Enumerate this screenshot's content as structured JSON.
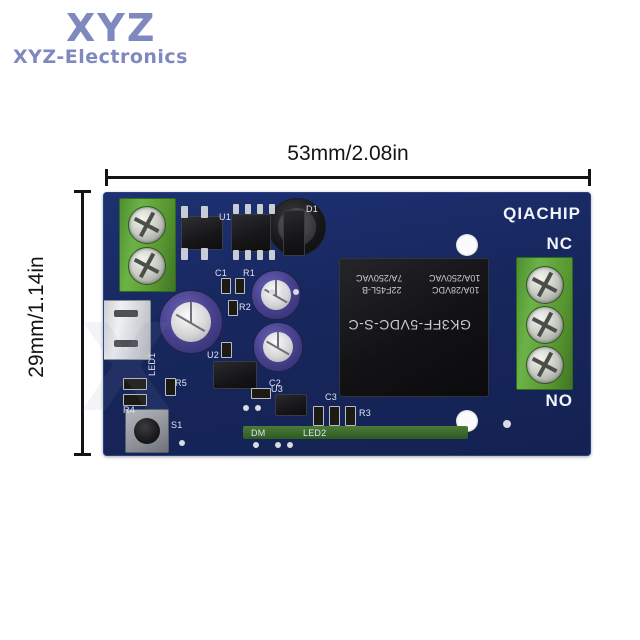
{
  "watermark": {
    "brand": "XYZ",
    "subtitle": "XYZ-Electronics",
    "ghost_mark": "X"
  },
  "dimensions": {
    "width_label": "53mm/2.08in",
    "height_label": "29mm/1.14in"
  },
  "board": {
    "brand": "QIACHIP",
    "color_hex": "#1a2d69",
    "terminals": {
      "nc_label": "NC",
      "no_label": "NO"
    },
    "relay": {
      "part_number": "GK3FF-5VDC-S-C",
      "rating_1": "10A/250VAC",
      "rating_2": "10A/28VDC",
      "rating_3": "7A/250VAC",
      "rating_4": "22F45L-B"
    },
    "silkscreen": {
      "u1": "U1",
      "u2": "U2",
      "u3": "U3",
      "d1": "D1",
      "c1": "C1",
      "c2": "C2",
      "c3": "C3",
      "r1": "R1",
      "r2": "R2",
      "r3": "R3",
      "r4": "R4",
      "r5": "R5",
      "s1": "S1",
      "dm": "DM",
      "led1": "LED1",
      "led2": "LED2"
    }
  }
}
